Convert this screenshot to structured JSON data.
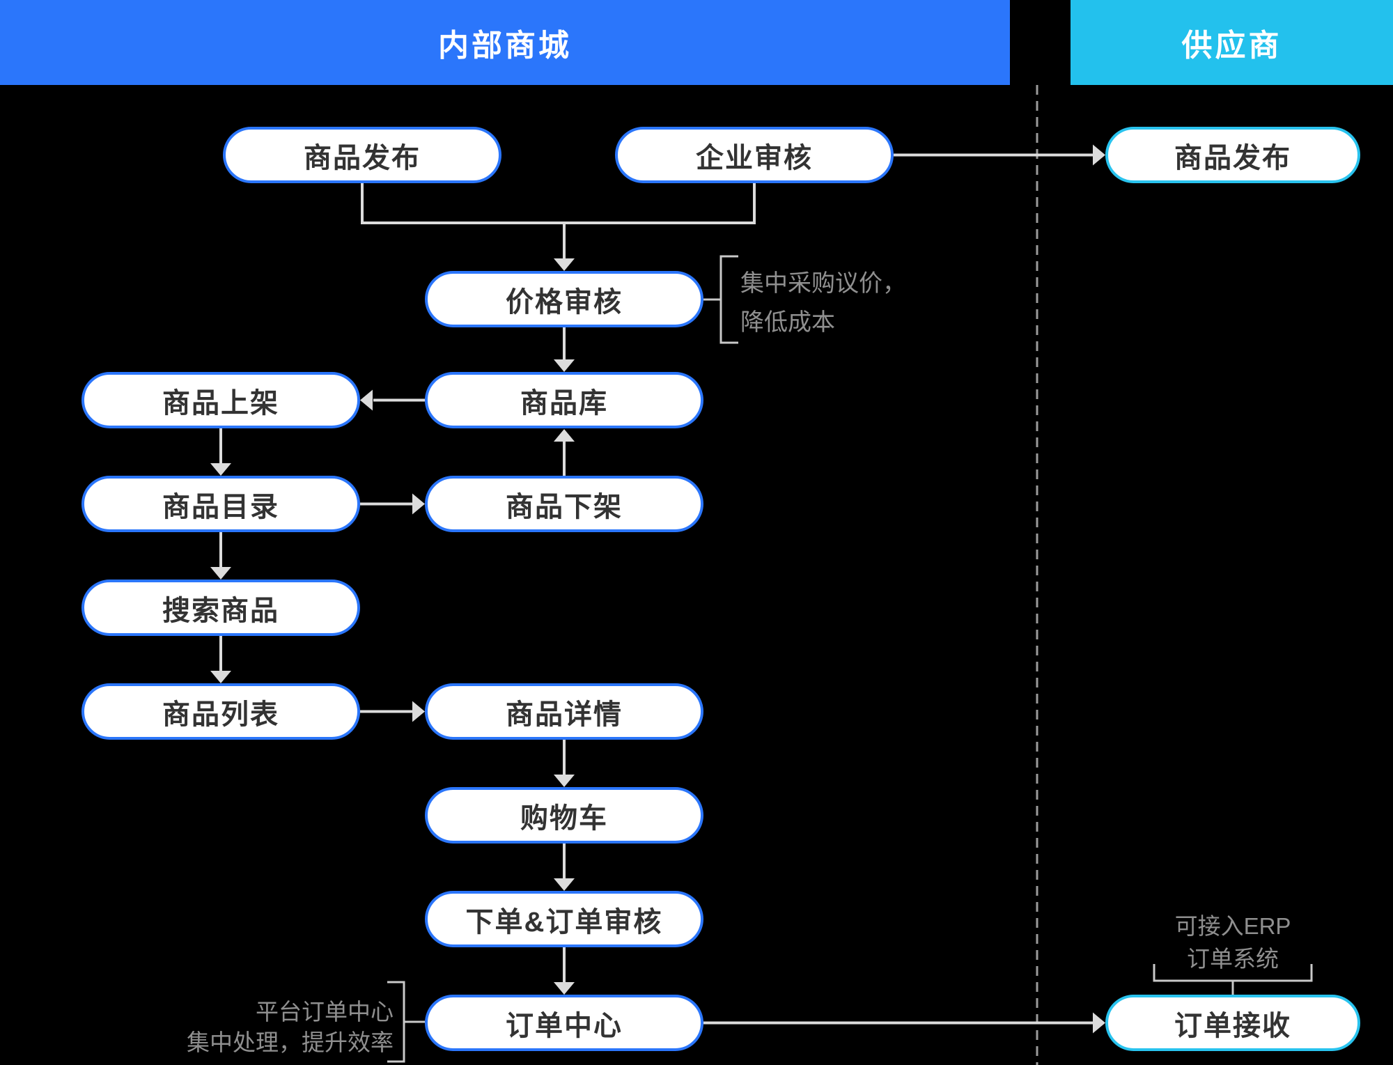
{
  "header": {
    "left_title": "内部商城",
    "right_title": "供应商"
  },
  "nodes": {
    "publish_internal": {
      "label": "商品发布"
    },
    "enterprise_review": {
      "label": "企业审核"
    },
    "publish_supplier": {
      "label": "商品发布"
    },
    "price_review": {
      "label": "价格审核"
    },
    "product_on_shelf": {
      "label": "商品上架"
    },
    "product_library": {
      "label": "商品库"
    },
    "product_catalog": {
      "label": "商品目录"
    },
    "product_off_shelf": {
      "label": "商品下架"
    },
    "search_product": {
      "label": "搜索商品"
    },
    "product_list": {
      "label": "商品列表"
    },
    "product_detail": {
      "label": "商品详情"
    },
    "shopping_cart": {
      "label": "购物车"
    },
    "order_place_review": {
      "label": "下单&订单审核"
    },
    "order_center": {
      "label": "订单中心"
    },
    "order_receive": {
      "label": "订单接收"
    }
  },
  "annotations": {
    "price_note": {
      "line1": "集中采购议价，",
      "line2": "降低成本"
    },
    "order_center_note": {
      "line1": "平台订单中心",
      "line2": "集中处理，提升效率"
    },
    "erp_note": {
      "line1": "可接入ERP",
      "line2": "订单系统"
    }
  },
  "colors": {
    "background": "#000000",
    "internal_header": "#2B76FB",
    "supplier_header": "#23C1ED",
    "internal_node_border": "#2B76FB",
    "supplier_node_border": "#29C3EE",
    "node_fill": "#FFFFFF",
    "node_text": "#333333",
    "connector": "#DCDCDC",
    "bracket": "#C9C9C9",
    "annotation_text": "#8F8F8F"
  }
}
